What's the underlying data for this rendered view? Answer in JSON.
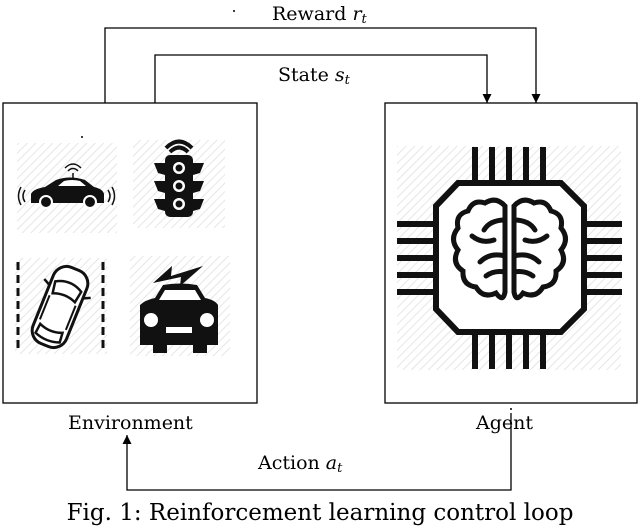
{
  "diagram": {
    "reward": {
      "text": "Reward",
      "symbol": "r",
      "sub": "t"
    },
    "state": {
      "text": "State",
      "symbol": "s",
      "sub": "t"
    },
    "action": {
      "text": "Action",
      "symbol": "a",
      "sub": "t"
    },
    "environment": {
      "label": "Environment"
    },
    "agent": {
      "label": "Agent"
    }
  },
  "caption": "Fig. 1: Reinforcement learning control loop",
  "icons": [
    "connected-car-icon",
    "traffic-light-icon",
    "parking-car-icon",
    "electric-car-icon",
    "ai-brain-chip-icon"
  ]
}
